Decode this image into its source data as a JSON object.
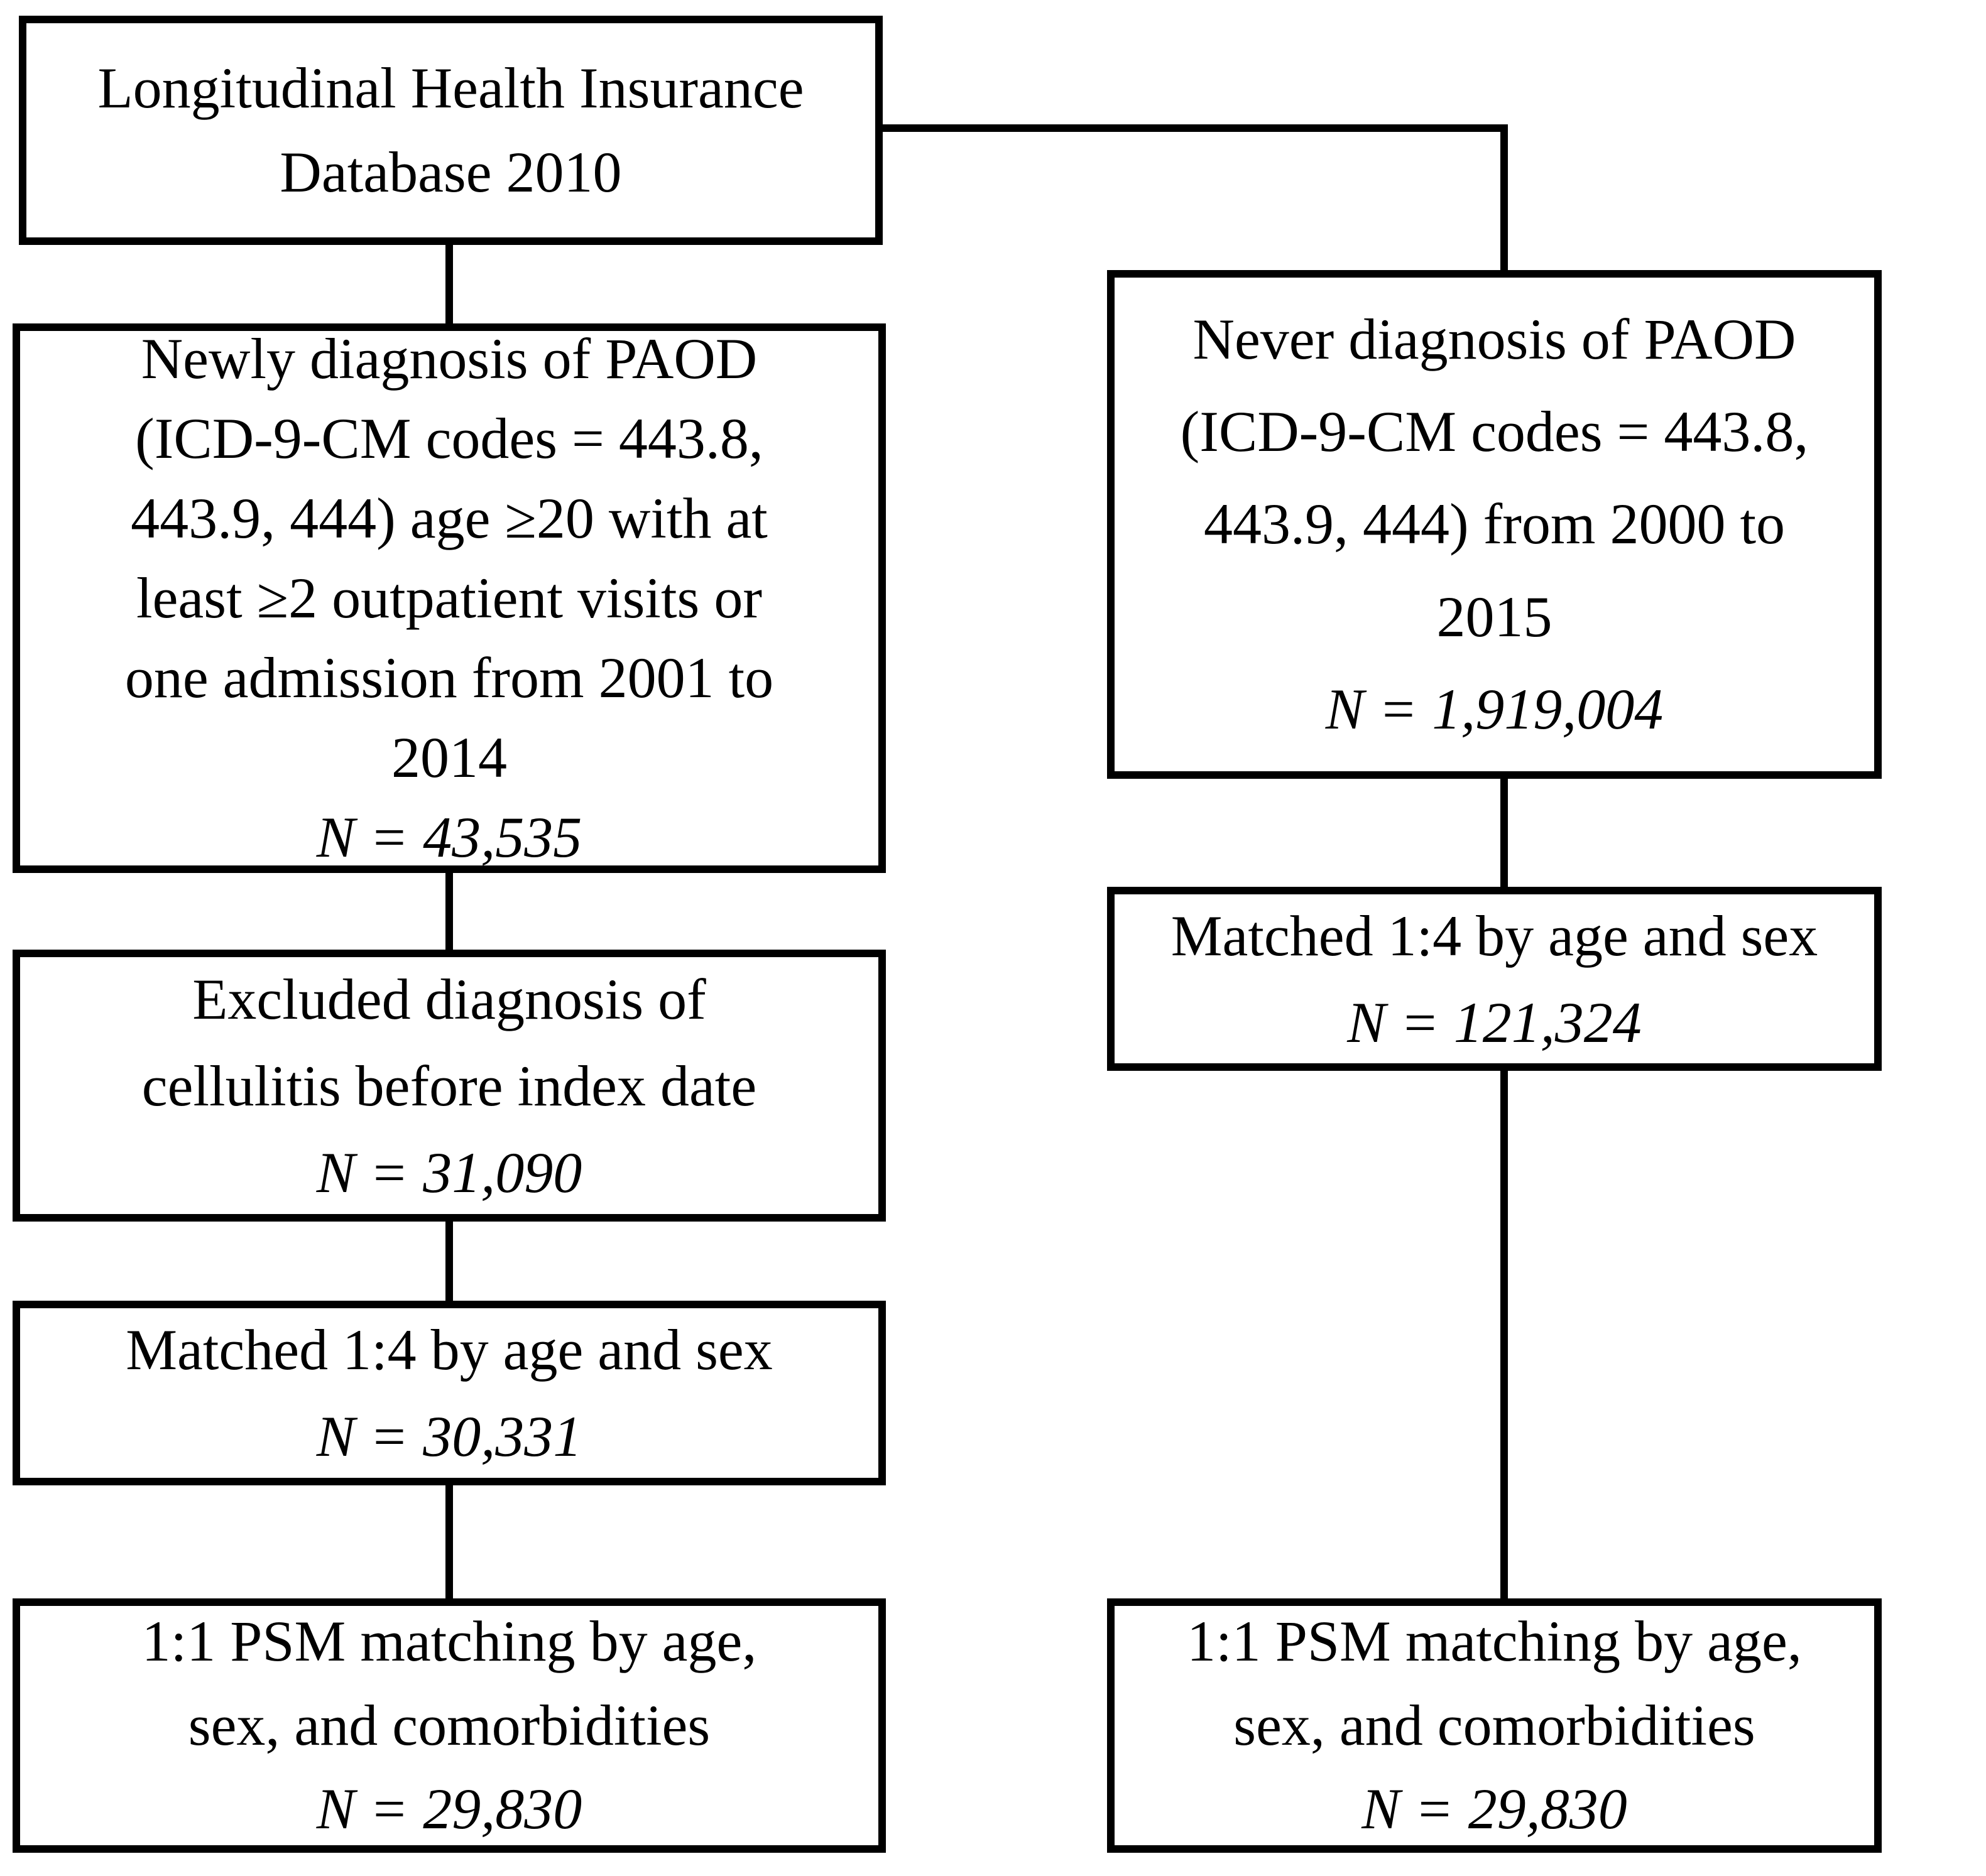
{
  "diagram": {
    "title": "Study enrollment flowchart",
    "colors": {
      "line": "#000000",
      "background": "#ffffff",
      "text": "#000000"
    },
    "boxes": {
      "database": {
        "lines": [
          "Longitudinal Health Insurance",
          "Database 2010"
        ]
      },
      "newly_paod": {
        "lines": [
          "Newly diagnosis of PAOD",
          "(ICD-9-CM codes = 443.8,",
          "443.9, 444) age ≥20 with at",
          "least ≥2 outpatient visits or",
          "one admission from 2001 to",
          "2014"
        ],
        "n": "N = 43,535"
      },
      "excluded_cellulitis": {
        "lines": [
          "Excluded diagnosis of",
          "cellulitis before index date"
        ],
        "n": "N = 31,090"
      },
      "matched_left": {
        "lines": [
          "Matched 1:4 by age and sex"
        ],
        "n": "N = 30,331"
      },
      "psm_left": {
        "lines": [
          "1:1 PSM matching by age,",
          "sex, and comorbidities"
        ],
        "n": "N = 29,830"
      },
      "never_paod": {
        "lines": [
          "Never diagnosis of PAOD",
          "(ICD-9-CM codes = 443.8,",
          "443.9, 444) from 2000 to",
          "2015"
        ],
        "n": "N = 1,919,004"
      },
      "matched_right": {
        "lines": [
          "Matched 1:4 by age and sex"
        ],
        "n": "N = 121,324"
      },
      "psm_right": {
        "lines": [
          "1:1 PSM matching by age,",
          "sex, and comorbidities"
        ],
        "n": "N = 29,830"
      }
    }
  }
}
